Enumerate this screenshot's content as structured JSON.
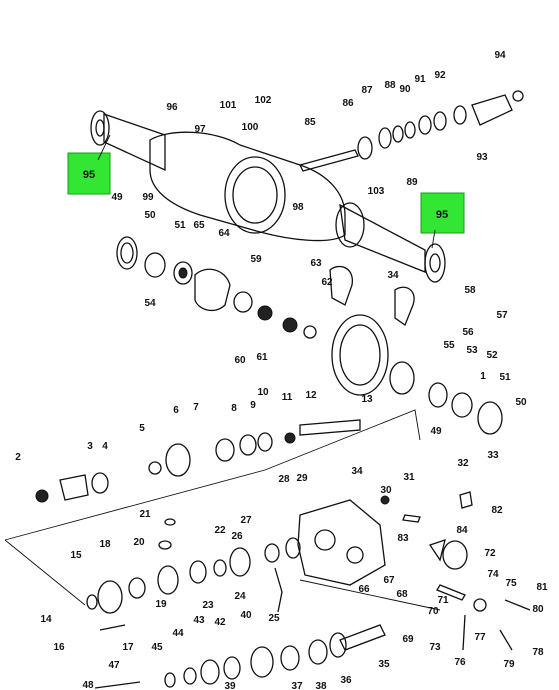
{
  "callouts_upper": [
    "94",
    "101",
    "102",
    "96",
    "86",
    "87",
    "88",
    "90",
    "91",
    "92",
    "97",
    "100",
    "85",
    "95",
    "89",
    "93",
    "98",
    "99",
    "49",
    "50",
    "51",
    "65",
    "64",
    "103",
    "59",
    "63",
    "62",
    "34",
    "58",
    "57",
    "56",
    "55",
    "53",
    "52",
    "54",
    "60",
    "61",
    "10",
    "11",
    "12",
    "13",
    "9",
    "8",
    "7",
    "6",
    "5",
    "4",
    "3",
    "2",
    "1",
    "51",
    "50",
    "49",
    "54"
  ],
  "callouts_lower": [
    "32",
    "33",
    "28",
    "29",
    "34",
    "30",
    "31",
    "82",
    "84",
    "83",
    "21",
    "20",
    "19",
    "18",
    "15",
    "22",
    "23",
    "27",
    "26",
    "24",
    "25",
    "67",
    "66",
    "68",
    "72",
    "74",
    "75",
    "71",
    "70",
    "73",
    "69",
    "76",
    "77",
    "80",
    "79",
    "78",
    "14",
    "16",
    "17",
    "47",
    "48",
    "45",
    "44",
    "43",
    "42",
    "40",
    "38",
    "37",
    "36",
    "35",
    "39",
    "81"
  ],
  "highlight_label": "95",
  "highlight_color": "#33e633"
}
